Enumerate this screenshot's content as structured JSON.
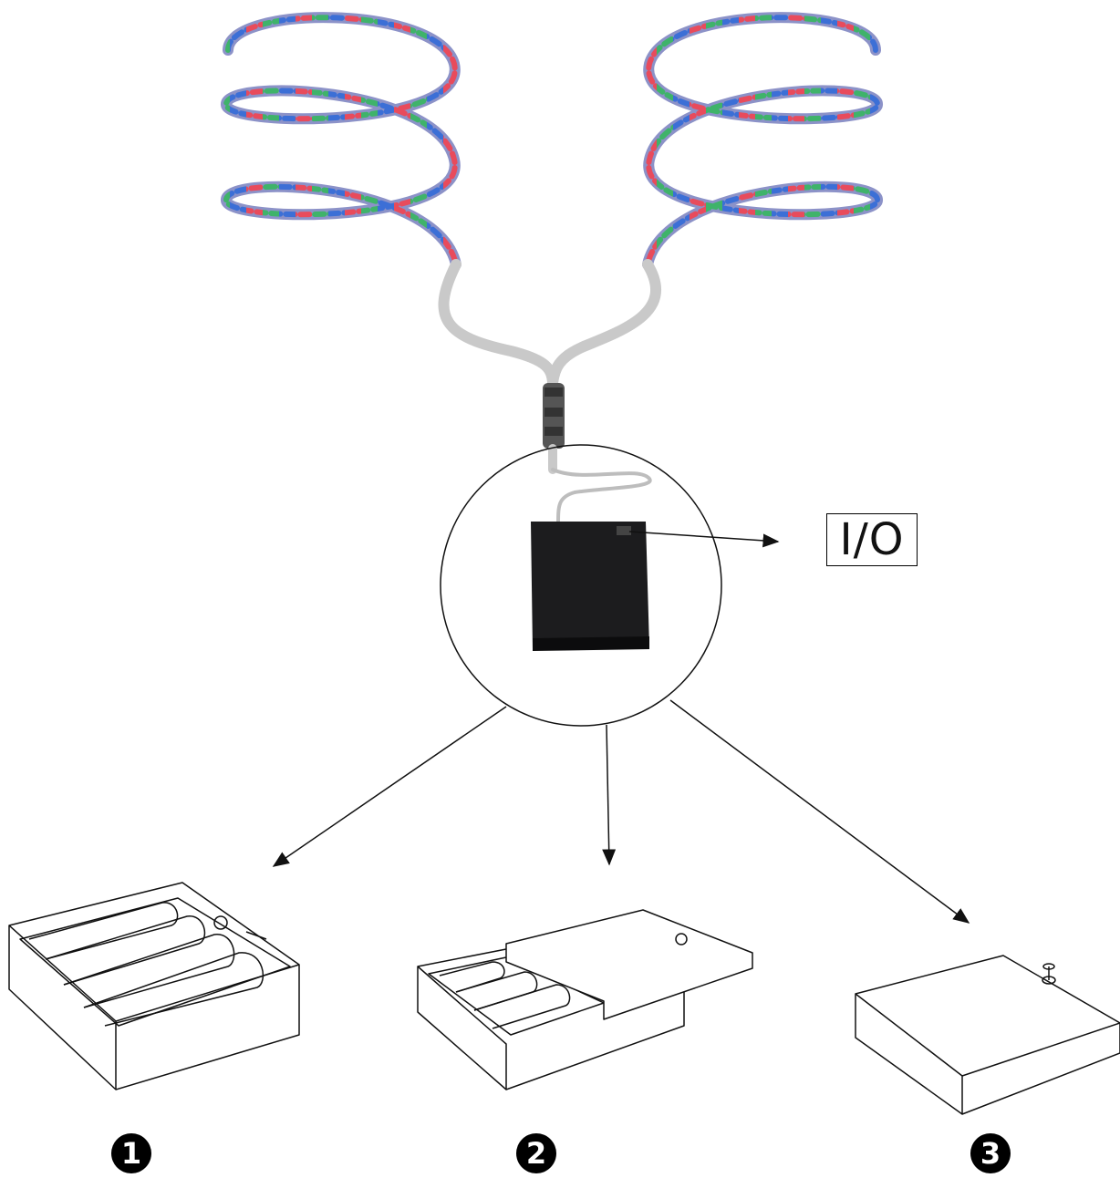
{
  "switch_label": "I/O",
  "steps": [
    "1",
    "2",
    "3"
  ],
  "colors": {
    "led_red": "#e84b5c",
    "led_green": "#3fb36a",
    "led_blue": "#3c6fd6",
    "strip_base": "#8c92c8",
    "cable": "#c9c9c9",
    "battery_box": "#1c1c1e"
  }
}
